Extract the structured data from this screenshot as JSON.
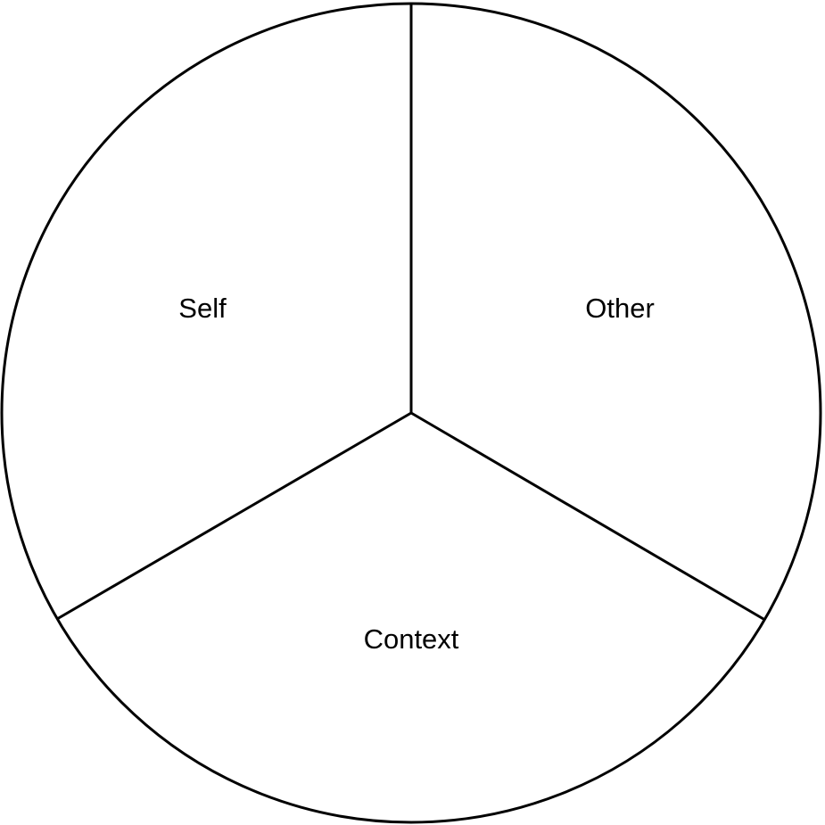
{
  "diagram": {
    "segments": [
      {
        "id": "self",
        "label": "Self"
      },
      {
        "id": "other",
        "label": "Other"
      },
      {
        "id": "context",
        "label": "Context"
      }
    ],
    "colors": {
      "stroke": "#000000",
      "fill": "#ffffff",
      "text": "#000000"
    }
  }
}
